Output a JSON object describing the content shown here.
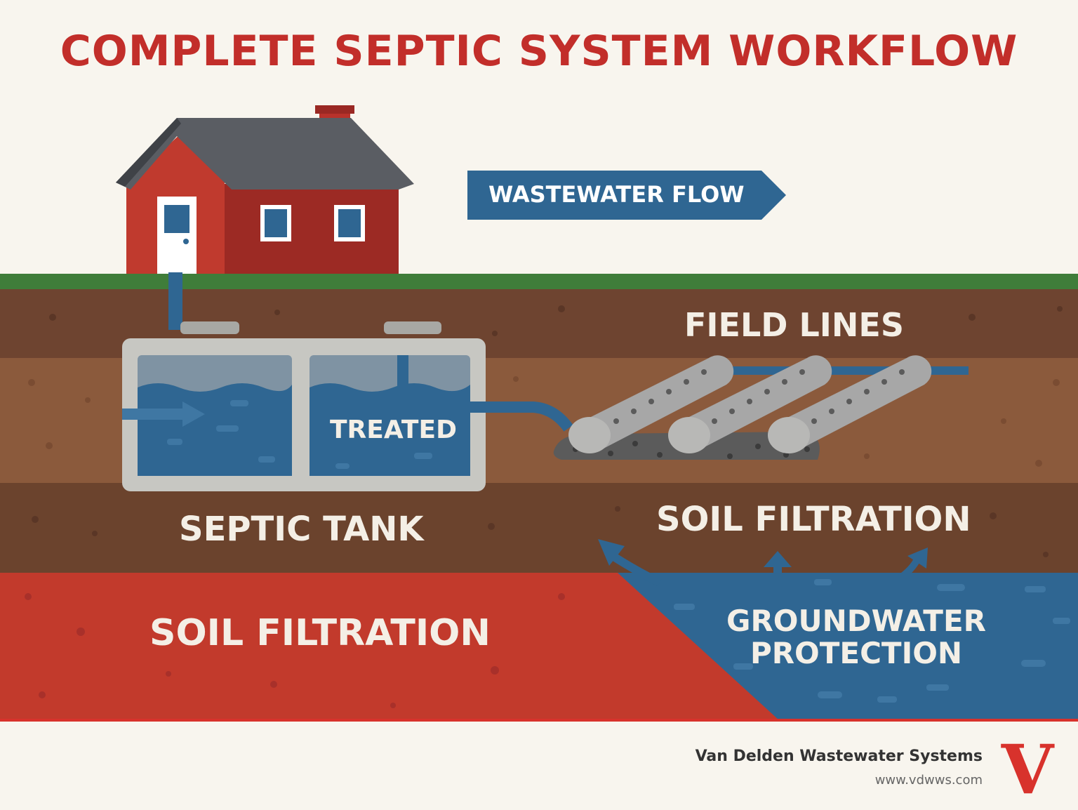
{
  "title": "COMPLETE SEPTIC SYSTEM WORKFLOW",
  "flow_label": "WASTEWATER FLOW",
  "labels": {
    "field_lines": "FIELD LINES",
    "treated": "TREATED",
    "septic_tank": "SEPTIC TANK",
    "soil_filtration_mid": "SOIL FILTRATION",
    "soil_filtration_low": "SOIL FILTRATION",
    "groundwater": "GROUNDWATER PROTECTION"
  },
  "footer": {
    "company": "Van Delden Wastewater Systems",
    "url": "www.vdwws.com",
    "logo_letter": "V"
  },
  "colors": {
    "title_red": "#c22e2a",
    "house_red": "#b8322b",
    "roof": "#5a5d63",
    "water_blue": "#2f6692",
    "grass": "#3f7d3a",
    "soil_top": "#6e4430",
    "soil_mid": "#8b5a3c",
    "soil_deep": "#6b432d",
    "red_layer": "#c23a2c",
    "tank_gray": "#c7c7c2"
  }
}
